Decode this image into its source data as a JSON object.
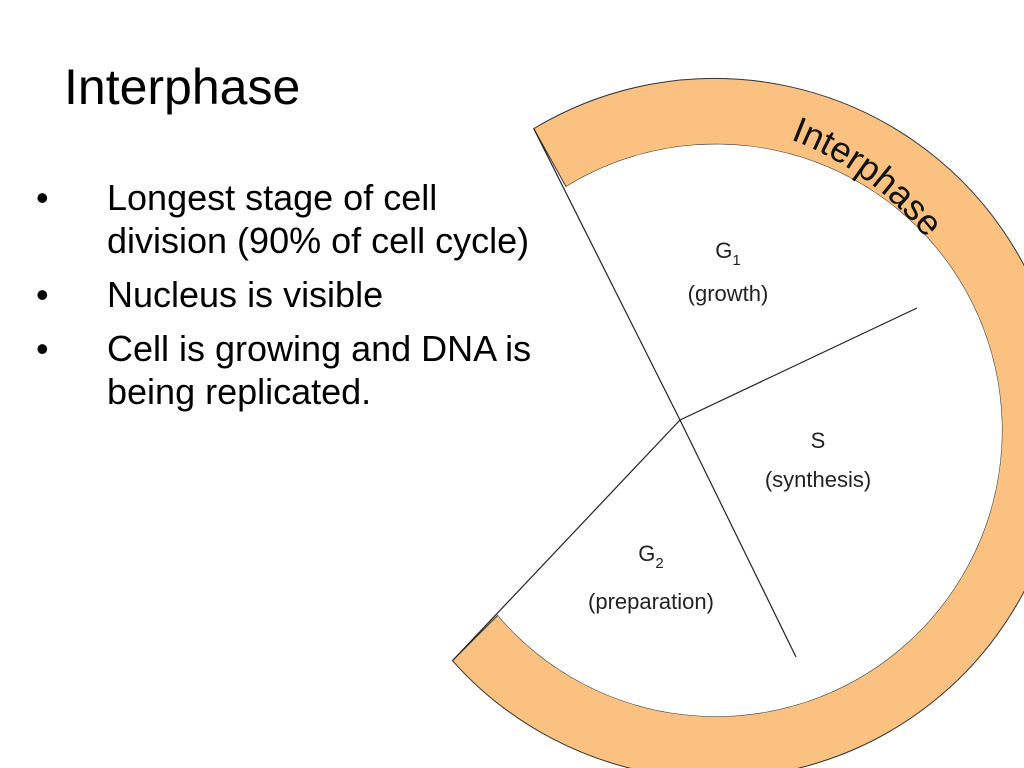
{
  "slide": {
    "title": "Interphase",
    "bullet_marker": "•",
    "bullets": [
      "Longest stage of cell division (90% of cell cycle)",
      "Nucleus is visible",
      "Cell is growing and DNA is being replicated."
    ]
  },
  "diagram": {
    "ring_label": "Interphase",
    "ring_color": "#fbc180",
    "segments": [
      {
        "letter": "G",
        "subscript": "1",
        "desc": "(growth)"
      },
      {
        "letter": "S",
        "subscript": "",
        "desc": "(synthesis)"
      },
      {
        "letter": "G",
        "subscript": "2",
        "desc": "(preparation)"
      }
    ]
  }
}
